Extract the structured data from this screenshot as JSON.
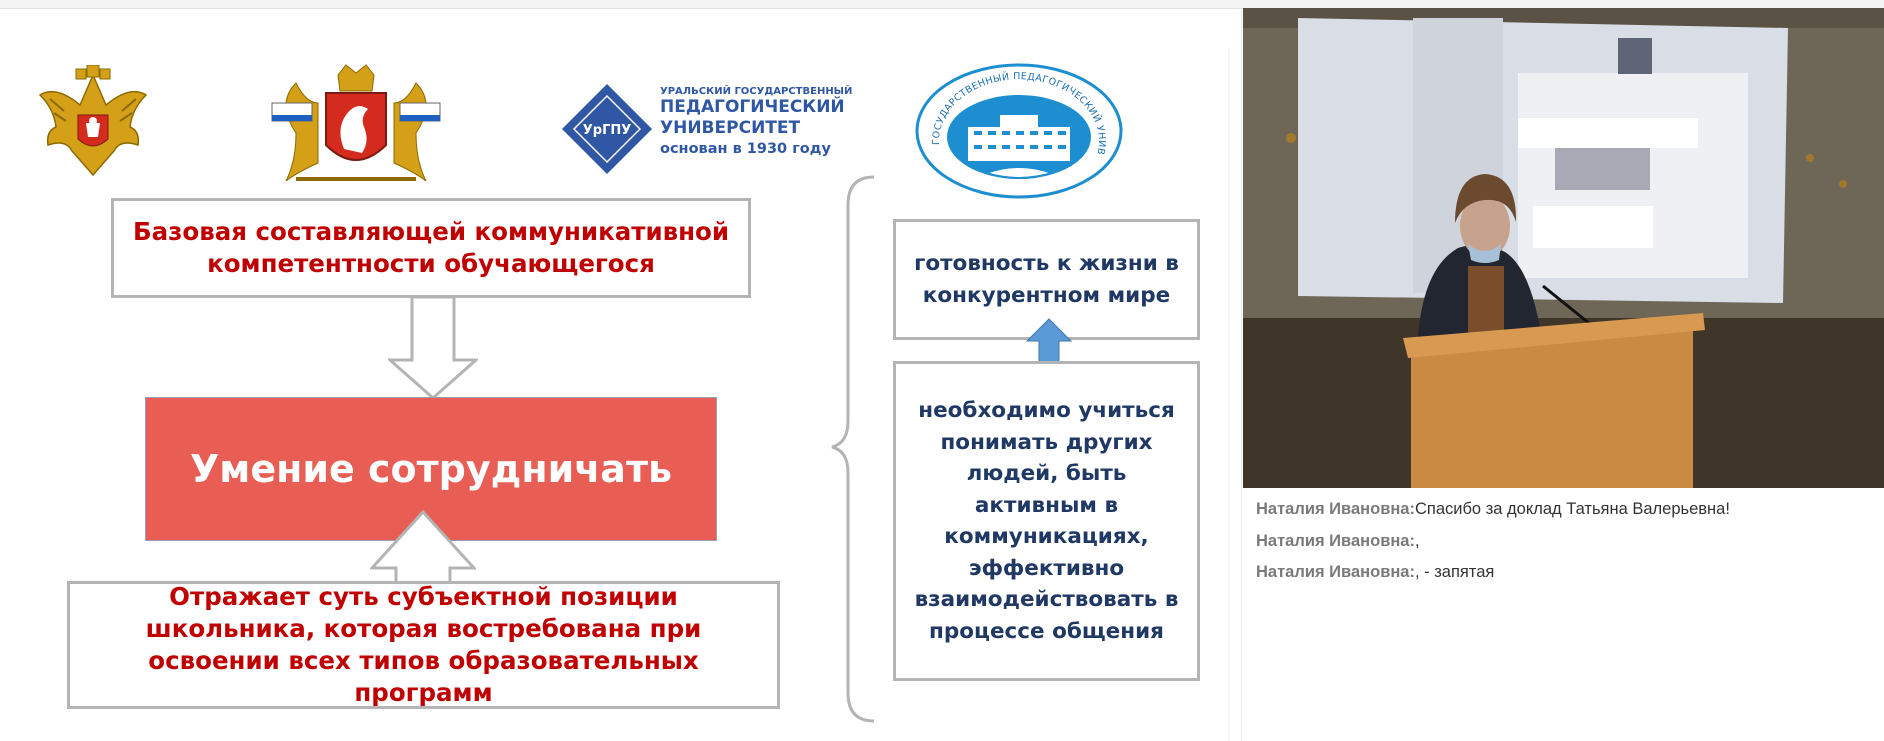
{
  "slide": {
    "ustu_logo": {
      "line1": "УРАЛЬСКИЙ ГОСУДАРСТВЕННЫЙ",
      "line2": "ПЕДАГОГИЧЕСКИЙ",
      "line3": "УНИВЕРСИТЕТ",
      "line4": "основан в 1930 году",
      "emblem_text": "УрГПУ"
    },
    "tomsk_logo_text": "ТОМСКИЙ ГОСУДАРСТВЕННЫЙ ПЕДАГОГИЧЕСКИЙ УНИВЕРСИТЕТ",
    "top_box": "Базовая составляющей коммуникативной компетентности обучающегося",
    "center_box": "Умение сотрудничать",
    "bottom_box": "Отражает суть субъектной позиции школьника, которая востребована при освоении всех типов образовательных программ",
    "right_top_box": "готовность к жизни в конкурентном мире",
    "right_bottom_box": "необходимо учиться понимать других людей, быть активным в коммуникациях, эффективно взаимодействовать в процессе общения"
  },
  "chat": {
    "messages": [
      {
        "author": "Наталия Ивановна:",
        "text": "Спасибо за доклад Татьяна Валерьевна!"
      },
      {
        "author": "Наталия Ивановна:",
        "text": ","
      },
      {
        "author": "Наталия Ивановна:",
        "text": ", - запятая"
      }
    ]
  },
  "colors": {
    "accent_red": "#c00000",
    "center_fill": "#e85e55",
    "navy": "#1f3864",
    "arrow_blue": "#5b9bd5",
    "box_border": "#b4b4b4"
  },
  "icons": [
    "russia-coat-of-arms-icon",
    "sverdlovsk-coat-of-arms-icon",
    "ustu-emblem-icon",
    "tomsk-university-emblem-icon",
    "double-arrow-icon"
  ]
}
